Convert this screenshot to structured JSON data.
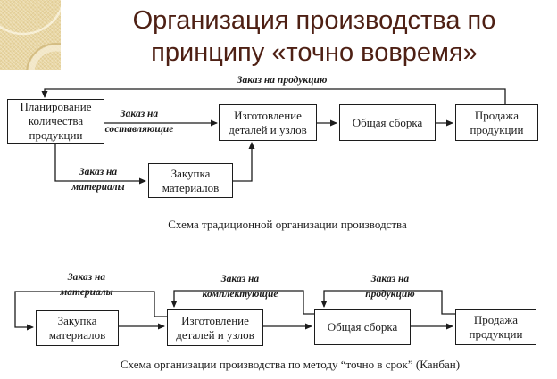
{
  "slide": {
    "title": "Организация производства по\nпринципу «точно вовремя»",
    "title_color": "#4e2014",
    "line_color": "#1c1c1c",
    "strip_color": "#e9d7a4"
  },
  "diagram_traditional": {
    "caption": "Схема традиционной организации производства",
    "nodes": {
      "planning": "Планирование\nколичества\nпродукции",
      "parts_manufacturing": "Изготовление\nдеталей и узлов",
      "final_assembly": "Общая сборка",
      "sales": "Продажа\nпродукции",
      "materials_purchasing": "Закупка\nматериалов"
    },
    "arrow_labels": {
      "product_order": "Заказ на продукцию",
      "components_order": "Заказ на\nсоставляющие",
      "materials_order": "Заказ на\nматериалы"
    }
  },
  "diagram_kanban": {
    "caption": "Схема организации производства по методу “точно в срок” (Канбан)",
    "nodes": {
      "materials_purchasing": "Закупка\nматериалов",
      "parts_manufacturing": "Изготовление\nдеталей и узлов",
      "final_assembly": "Общая сборка",
      "sales": "Продажа\nпродукции"
    },
    "arrow_labels": {
      "materials_order": "Заказ на\nматериалы",
      "components_order": "Заказ на\nкомплектующие",
      "product_order": "Заказ на\nпродукцию"
    }
  }
}
